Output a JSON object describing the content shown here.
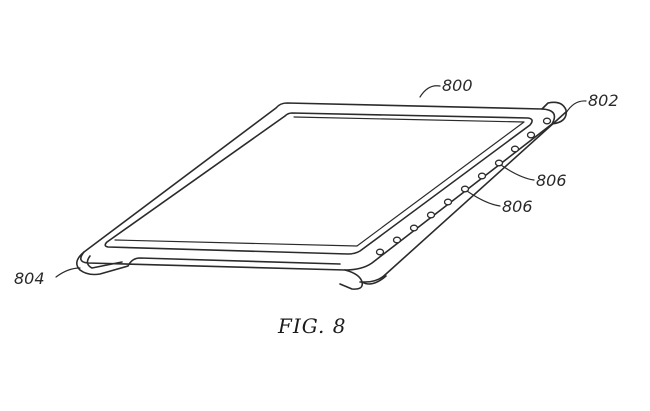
{
  "figure": {
    "caption": "FIG. 8",
    "labels": {
      "device": "800",
      "flexible_edge": "802",
      "rolled_edge": "804",
      "hole_upper": "806",
      "hole_lower": "806"
    }
  },
  "colors": {
    "line": "#2b2b2b",
    "background": "#ffffff"
  }
}
